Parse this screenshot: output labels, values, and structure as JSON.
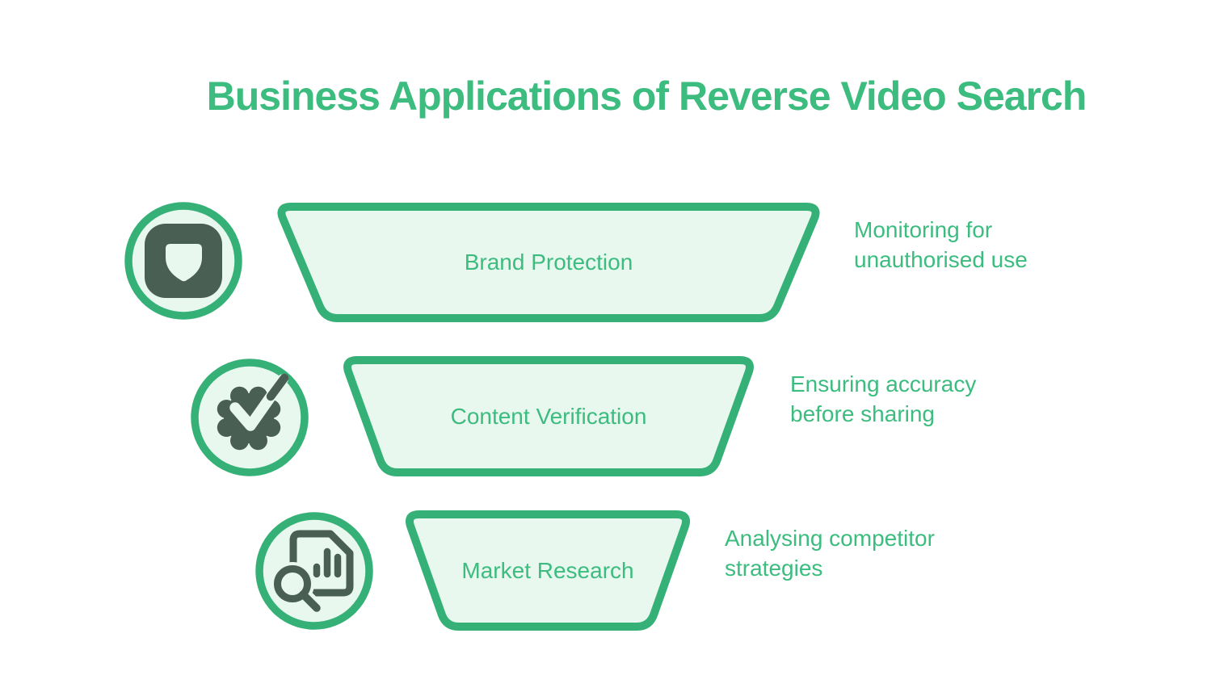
{
  "title": "Business Applications of Reverse Video Search",
  "rows": [
    {
      "label": "Brand Protection",
      "icon": "shield-badge-icon",
      "description_lines": [
        "Monitoring for",
        "unauthorised use"
      ]
    },
    {
      "label": "Content Verification",
      "icon": "verified-badge-icon",
      "description_lines": [
        "Ensuring accuracy",
        "before sharing"
      ]
    },
    {
      "label": "Market Research",
      "icon": "document-search-icon",
      "description_lines": [
        "Analysing competitor",
        "strategies"
      ]
    }
  ],
  "colors": {
    "accent_stroke": "#35b177",
    "accent_text": "#3cbc7f",
    "light_fill": "#e9f8ef",
    "icon_dark": "#4a5f53",
    "background": "#ffffff"
  }
}
